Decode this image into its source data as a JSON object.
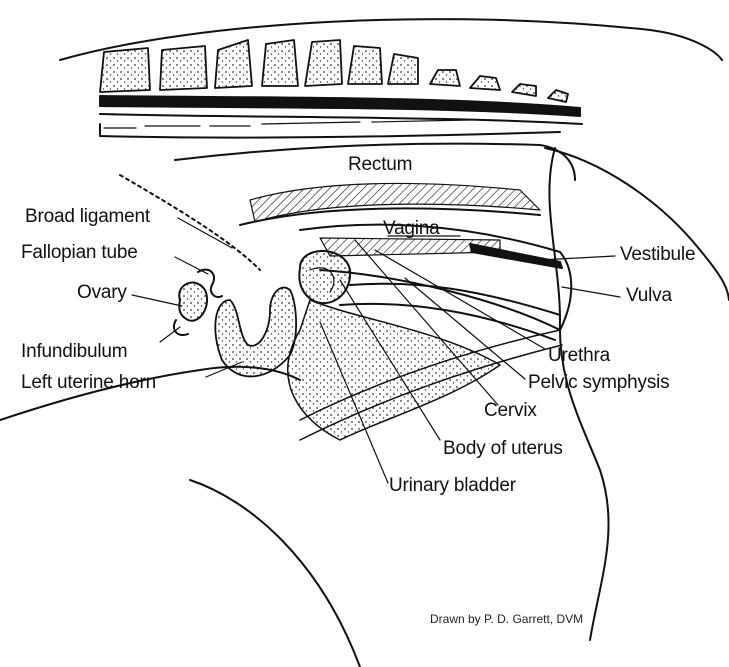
{
  "diagram": {
    "labels": {
      "rectum": "Rectum",
      "broad_ligament": "Broad ligament",
      "fallopian_tube": "Fallopian tube",
      "ovary": "Ovary",
      "infundibulum": "Infundibulum",
      "left_uterine_horn": "Left uterine horn",
      "vagina": "Vagina",
      "vestibule": "Vestibule",
      "vulva": "Vulva",
      "urethra": "Urethra",
      "pelvic_symphysis": "Pelvic symphysis",
      "cervix": "Cervix",
      "body_of_uterus": "Body of uterus",
      "urinary_bladder": "Urinary bladder"
    },
    "credit": "Drawn by P. D. Garrett, DVM"
  }
}
